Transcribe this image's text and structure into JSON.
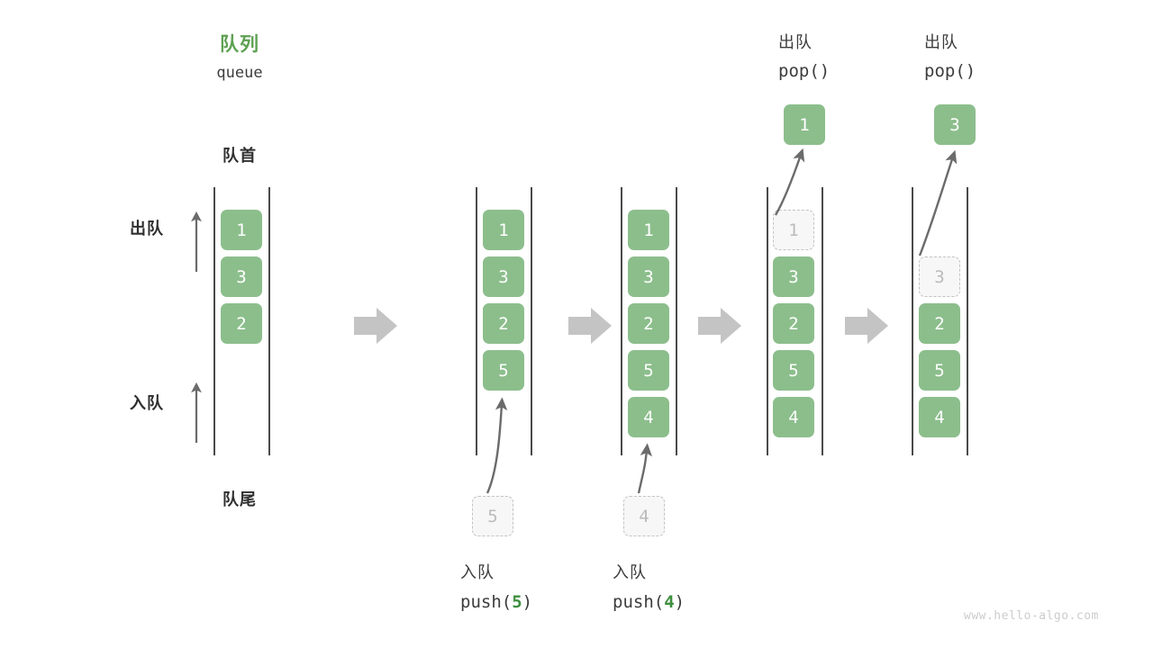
{
  "meta": {
    "watermark": "www.hello-algo.com",
    "accent_green": "#5EA052",
    "cell_green": "#8CBE8C",
    "ghost_gray": "#c3c3c3",
    "arrow_gray": "#c4c4c4",
    "line_gray": "#6b6b6b"
  },
  "header": {
    "title_cn": "队列",
    "title_en": "queue"
  },
  "side_labels": {
    "front": "队首",
    "rear": "队尾",
    "dequeue": "出队",
    "enqueue": "入队"
  },
  "steps": [
    {
      "id": "initial",
      "cells": [
        {
          "value": "1",
          "state": "filled"
        },
        {
          "value": "3",
          "state": "filled"
        },
        {
          "value": "2",
          "state": "filled"
        }
      ],
      "caption_cn": "",
      "caption_code": "",
      "incoming": null,
      "outgoing": null
    },
    {
      "id": "push-5",
      "cells": [
        {
          "value": "1",
          "state": "filled"
        },
        {
          "value": "3",
          "state": "filled"
        },
        {
          "value": "2",
          "state": "filled"
        },
        {
          "value": "5",
          "state": "filled"
        }
      ],
      "caption_cn": "入队",
      "caption_code_prefix": "push(",
      "caption_code_num": "5",
      "caption_code_suffix": ")",
      "incoming": {
        "value": "5",
        "state": "ghost"
      },
      "outgoing": null
    },
    {
      "id": "push-4",
      "cells": [
        {
          "value": "1",
          "state": "filled"
        },
        {
          "value": "3",
          "state": "filled"
        },
        {
          "value": "2",
          "state": "filled"
        },
        {
          "value": "5",
          "state": "filled"
        },
        {
          "value": "4",
          "state": "filled"
        }
      ],
      "caption_cn": "入队",
      "caption_code_prefix": "push(",
      "caption_code_num": "4",
      "caption_code_suffix": ")",
      "incoming": {
        "value": "4",
        "state": "ghost"
      },
      "outgoing": null
    },
    {
      "id": "pop-1",
      "cells": [
        {
          "value": "1",
          "state": "ghost"
        },
        {
          "value": "3",
          "state": "filled"
        },
        {
          "value": "2",
          "state": "filled"
        },
        {
          "value": "5",
          "state": "filled"
        },
        {
          "value": "4",
          "state": "filled"
        }
      ],
      "caption_cn": "出队",
      "caption_code": "pop()",
      "outgoing": {
        "value": "1",
        "state": "filled"
      },
      "incoming": null
    },
    {
      "id": "pop-3",
      "cells": [
        {
          "value": "",
          "state": "empty"
        },
        {
          "value": "3",
          "state": "ghost"
        },
        {
          "value": "2",
          "state": "filled"
        },
        {
          "value": "5",
          "state": "filled"
        },
        {
          "value": "4",
          "state": "filled"
        }
      ],
      "caption_cn": "出队",
      "caption_code": "pop()",
      "outgoing": {
        "value": "3",
        "state": "filled"
      },
      "incoming": null
    }
  ],
  "transitions": [
    "step-arrow-1",
    "step-arrow-2",
    "step-arrow-3",
    "step-arrow-4"
  ]
}
